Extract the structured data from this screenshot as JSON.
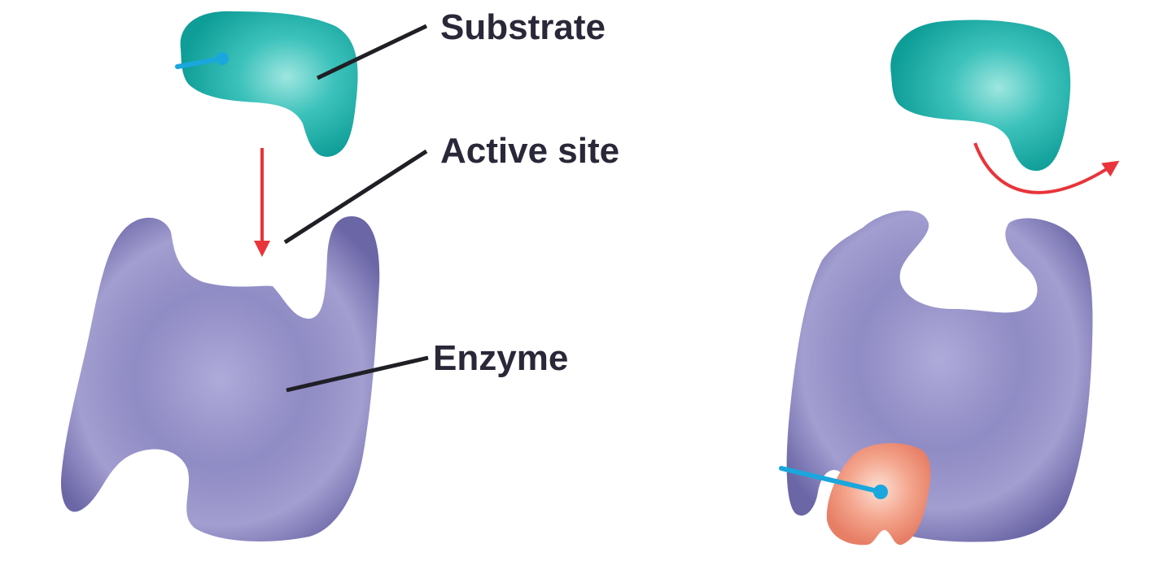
{
  "labels": {
    "substrate": "Substrate",
    "active_site": "Active site",
    "enzyme": "Enzyme"
  },
  "colors": {
    "enzyme": "#8a86c0",
    "enzyme_dark": "#6b66a6",
    "enzyme_light": "#b0acdb",
    "substrate": "#15aca6",
    "substrate_light": "#8fe0da",
    "inhibitor": "#f0937a",
    "inhibitor_light": "#fbd3c3",
    "arrow": "#e8343a",
    "pin": "#1aa7dd",
    "leader": "#1f1f26",
    "text": "#2a2838"
  }
}
